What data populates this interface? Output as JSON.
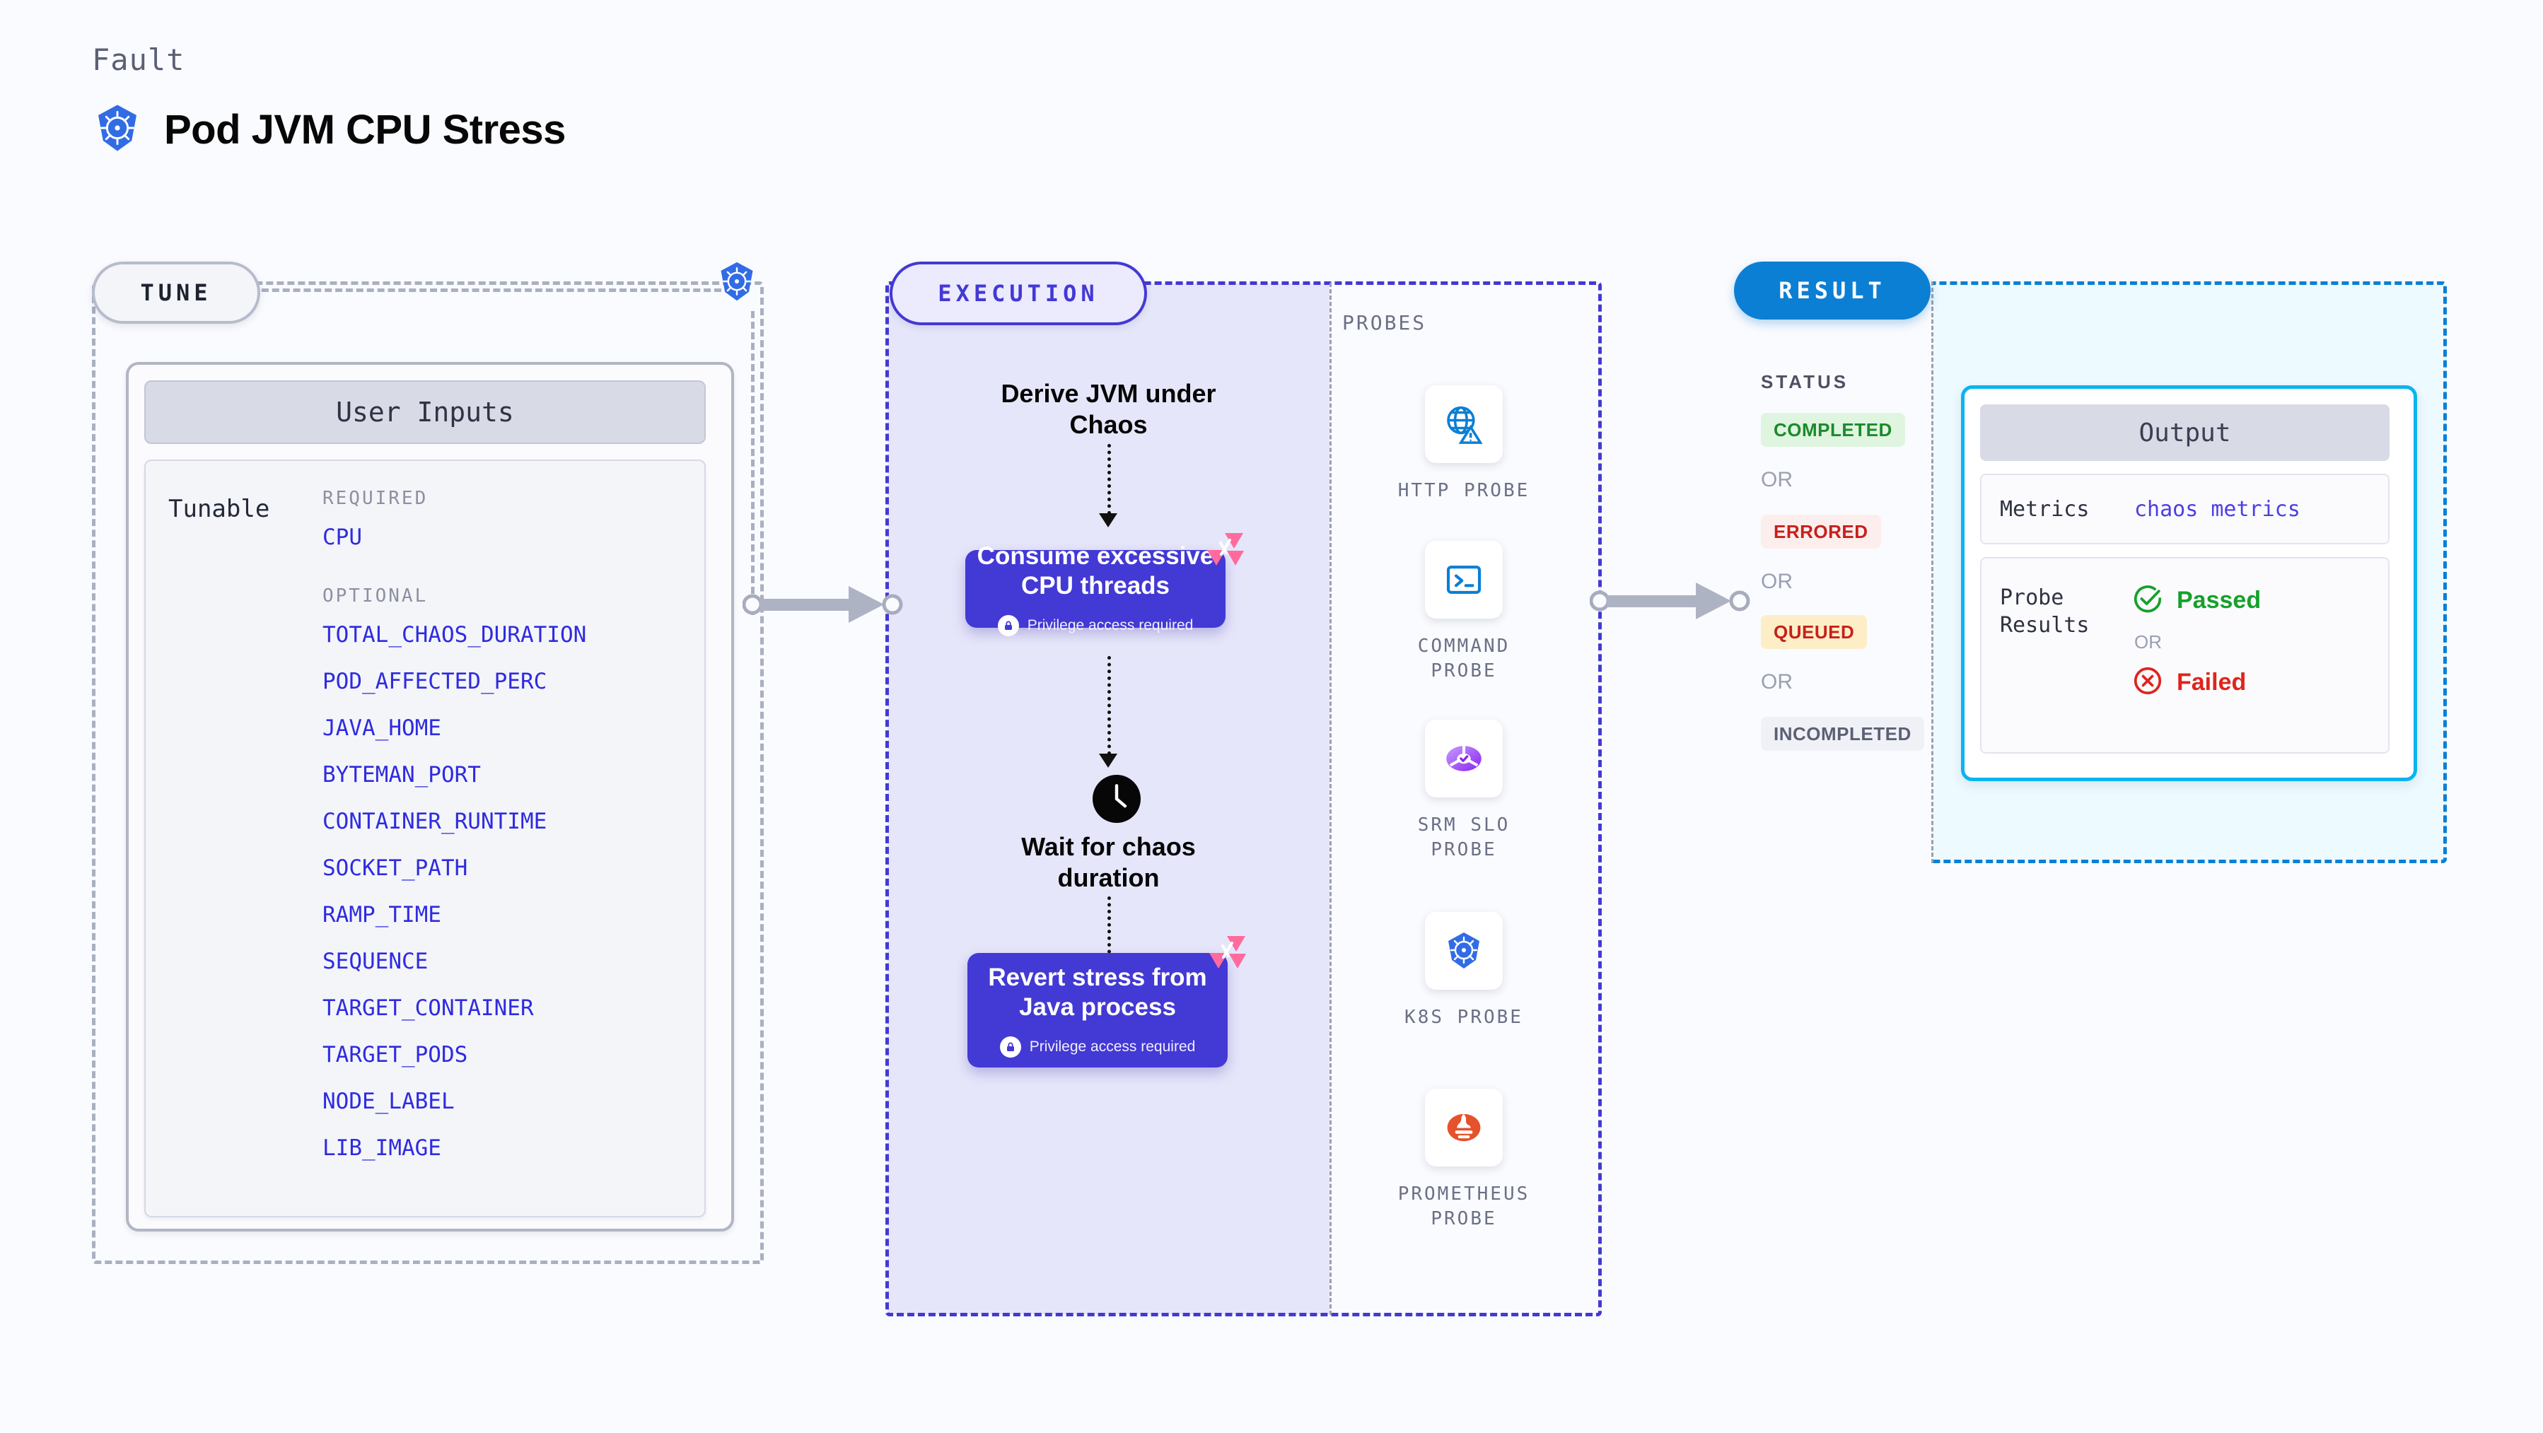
{
  "header": {
    "eyebrow": "Fault",
    "title": "Pod JVM CPU Stress",
    "icon": "kubernetes-icon"
  },
  "tune": {
    "pill_label": "TUNE",
    "badge_icon": "kubernetes-icon",
    "card_title": "User Inputs",
    "tunable_label": "Tunable",
    "groups": [
      {
        "heading": "REQUIRED",
        "items": [
          "CPU"
        ]
      },
      {
        "heading": "OPTIONAL",
        "items": [
          "TOTAL_CHAOS_DURATION",
          "POD_AFFECTED_PERC",
          "JAVA_HOME",
          "BYTEMAN_PORT",
          "CONTAINER_RUNTIME",
          "SOCKET_PATH",
          "RAMP_TIME",
          "SEQUENCE",
          "TARGET_CONTAINER",
          "TARGET_PODS",
          "NODE_LABEL",
          "LIB_IMAGE"
        ]
      }
    ]
  },
  "execution": {
    "pill_label": "EXECUTION",
    "step1_text": "Derive JVM under Chaos",
    "step2_title": "Consume excessive CPU threads",
    "step2_privilege": "Privilege access required",
    "step3_text": "Wait for chaos duration",
    "step3_icon": "clock-icon",
    "step4_title": "Revert stress from Java process",
    "step4_privilege": "Privilege access required"
  },
  "probes": {
    "section_label": "PROBES",
    "items": [
      {
        "name": "HTTP PROBE",
        "icon": "globe-alert-icon"
      },
      {
        "name": "COMMAND PROBE",
        "icon": "terminal-icon"
      },
      {
        "name": "SRM SLO PROBE",
        "icon": "srm-slo-icon"
      },
      {
        "name": "K8S PROBE",
        "icon": "kubernetes-icon"
      },
      {
        "name": "PROMETHEUS PROBE",
        "icon": "prometheus-icon"
      }
    ]
  },
  "result": {
    "pill_label": "RESULT",
    "status_label": "STATUS",
    "or_label": "OR",
    "statuses": [
      {
        "label": "COMPLETED",
        "text_color": "#1b8a2b",
        "bg_color": "#dff5e0"
      },
      {
        "label": "ERRORED",
        "text_color": "#c7201a",
        "bg_color": "#fdeeee"
      },
      {
        "label": "QUEUED",
        "text_color": "#c7201a",
        "bg_color": "#fdeec8"
      },
      {
        "label": "INCOMPLETED",
        "text_color": "#5b6075",
        "bg_color": "#f0f1f6"
      }
    ],
    "output": {
      "title": "Output",
      "metrics_key": "Metrics",
      "metrics_value": "chaos metrics",
      "probe_results_key": "Probe Results",
      "passed_label": "Passed",
      "failed_label": "Failed",
      "or_label": "OR"
    }
  },
  "colors": {
    "page_bg": "#fafbfe",
    "execution_accent": "#4339d4",
    "execution_fill": "#e6e6fa",
    "result_accent": "#0b7fd4",
    "output_accent": "#0bb4ef",
    "tune_border": "#a9b0c0",
    "tunable_text": "#2f2be0",
    "harness_pink": "#ff6b9d"
  }
}
